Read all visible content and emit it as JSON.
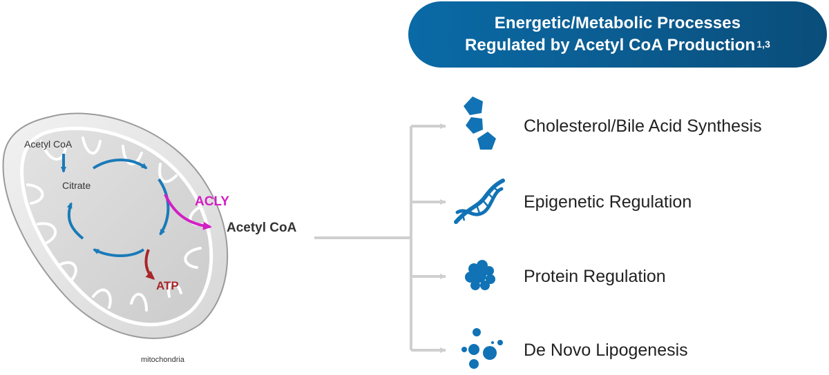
{
  "header": {
    "line1": "Energetic/Metabolic Processes",
    "line2": "Regulated by Acetyl CoA Production",
    "superscript": "1,3"
  },
  "mitochondrion": {
    "input_label": "Acetyl CoA",
    "cycle_label": "Citrate",
    "atp_label": "ATP",
    "caption": "mitochondria"
  },
  "enzyme": {
    "label": "ACLY"
  },
  "product": {
    "label": "Acetyl CoA"
  },
  "processes": [
    {
      "label": "Cholesterol/Bile Acid Synthesis",
      "icon": "pentagon-cluster-icon"
    },
    {
      "label": "Epigenetic Regulation",
      "icon": "dna-helix-icon"
    },
    {
      "label": "Protein Regulation",
      "icon": "protein-blob-icon"
    },
    {
      "label": "De Novo Lipogenesis",
      "icon": "lipid-droplets-icon"
    }
  ],
  "colors": {
    "header_bg": "#0b5e93",
    "icon_blue": "#1173b5",
    "cycle_blue": "#1a7ab8",
    "acly_magenta": "#d21fc4",
    "atp_red": "#a8262a",
    "connector_gray": "#cfcfcf"
  }
}
